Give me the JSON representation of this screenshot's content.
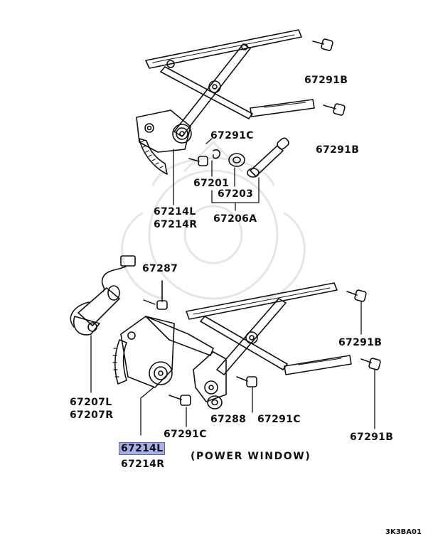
{
  "labels": {
    "l_67291B_1": "67291B",
    "l_67291B_2": "67291B",
    "l_67291C_1": "67291C",
    "l_67201": "67201",
    "l_67203": "67203",
    "l_67206A": "67206A",
    "l_67214L_top": "67214L",
    "l_67214R_top": "67214R",
    "l_67287": "67287",
    "l_67291B_3": "67291B",
    "l_67207L": "67207L",
    "l_67207R": "67207R",
    "l_67288": "67288",
    "l_67291C_2": "67291C",
    "l_67291C_3": "67291C",
    "l_67291B_4": "67291B",
    "l_67214L_bottom": "67214L",
    "l_67214R_bottom": "67214R"
  },
  "caption": "(POWER WINDOW)",
  "diagram_code": "3K3BA01",
  "highlight_color": "#a9b0e8"
}
